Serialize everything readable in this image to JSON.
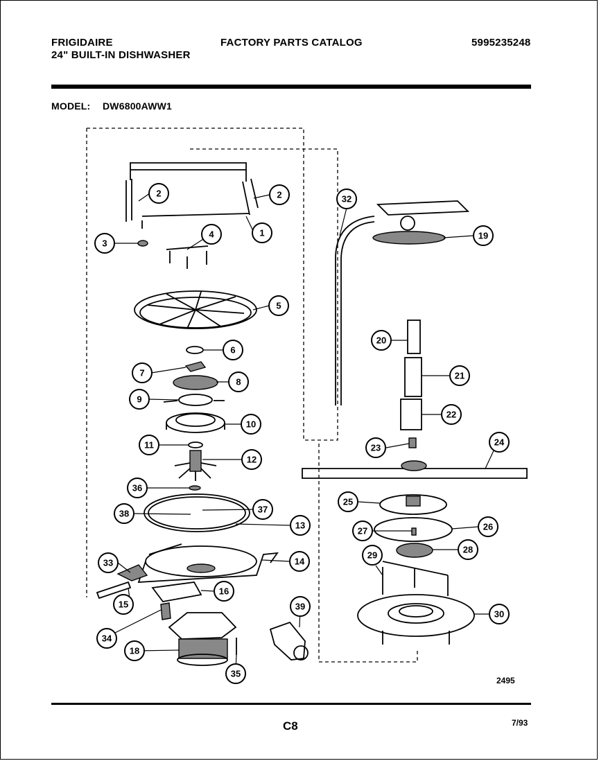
{
  "header": {
    "brand": "FRIGIDAIRE",
    "subtitle": "24\" BUILT-IN DISHWASHER",
    "catalog_title": "FACTORY PARTS CATALOG",
    "catalog_number": "5995235248"
  },
  "model": {
    "label": "MODEL:",
    "value": "DW6800AWW1"
  },
  "footer": {
    "drawing_number": "2495",
    "page_code": "C8",
    "date": "7/93"
  },
  "callouts": [
    {
      "label": "1"
    },
    {
      "label": "2"
    },
    {
      "label": "2"
    },
    {
      "label": "3"
    },
    {
      "label": "4"
    },
    {
      "label": "5"
    },
    {
      "label": "6"
    },
    {
      "label": "7"
    },
    {
      "label": "8"
    },
    {
      "label": "9"
    },
    {
      "label": "10"
    },
    {
      "label": "11"
    },
    {
      "label": "12"
    },
    {
      "label": "36"
    },
    {
      "label": "38"
    },
    {
      "label": "37"
    },
    {
      "label": "13"
    },
    {
      "label": "33"
    },
    {
      "label": "14"
    },
    {
      "label": "15"
    },
    {
      "label": "16"
    },
    {
      "label": "34"
    },
    {
      "label": "39"
    },
    {
      "label": "18"
    },
    {
      "label": "35"
    },
    {
      "label": "32"
    },
    {
      "label": "19"
    },
    {
      "label": "20"
    },
    {
      "label": "21"
    },
    {
      "label": "22"
    },
    {
      "label": "23"
    },
    {
      "label": "24"
    },
    {
      "label": "25"
    },
    {
      "label": "26"
    },
    {
      "label": "27"
    },
    {
      "label": "28"
    },
    {
      "label": "29"
    },
    {
      "label": "30"
    }
  ]
}
